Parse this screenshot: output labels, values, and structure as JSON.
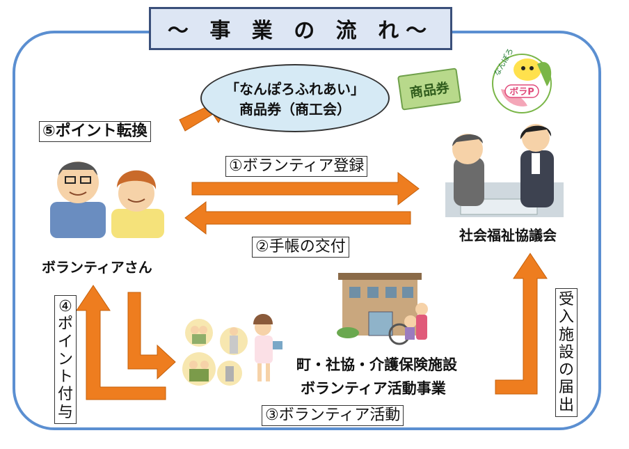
{
  "title": "〜 事 業 の 流 れ〜",
  "voucher": {
    "line1": "「なんぽろふれあい」",
    "line2": "商品券（商工会）",
    "ticket_label": "商品券"
  },
  "mascot": {
    "arc_text": "なんぽろ",
    "badge": "ボラP"
  },
  "actors": {
    "volunteer": "ボランティアさん",
    "council": "社会福祉協議会",
    "facility_line1": "町・社協・介護保険施設",
    "facility_line2": "ボランティア活動事業"
  },
  "steps": {
    "s1": "①ボランティア登録",
    "s2": "②手帳の交付",
    "s3": "③ボランティア活動",
    "s4": "④ポイント付与",
    "s5": "⑤ポイント転換",
    "receive": "受入施設の届出"
  },
  "colors": {
    "arrow": "#ee7d1f",
    "frame": "#5b8fd1",
    "ellipse": "#d6eaf5",
    "title_bg": "#dde6f4"
  }
}
